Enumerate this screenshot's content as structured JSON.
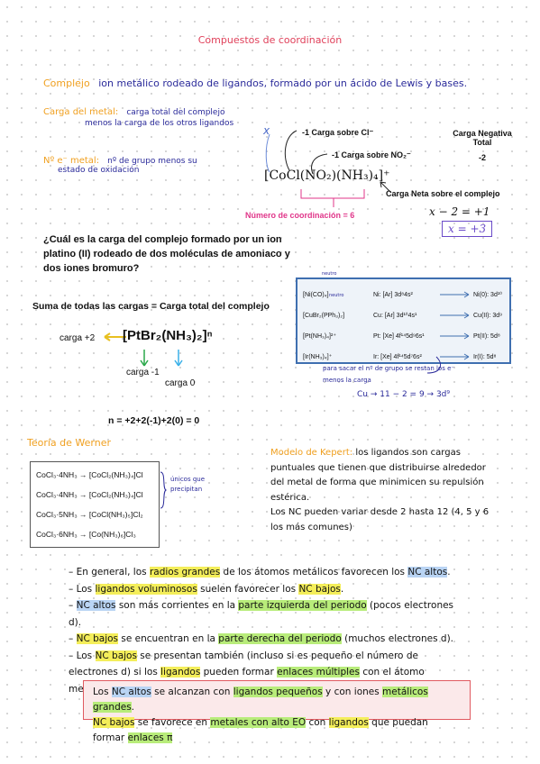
{
  "title": "Compuestos de coordinación",
  "complejo": {
    "term": "Complejo",
    "definition": "ion metálico rodeado de ligandos, formado por un ácido de Lewis y bases."
  },
  "carga_metal": {
    "term": "Carga del metal:",
    "line1": "carga total del complejo",
    "line2": "menos la carga de los otros ligandos"
  },
  "ne_metal": {
    "term": "Nº e⁻ metal:",
    "line1": "nº de grupo menos su",
    "line2": "estado de oxidación"
  },
  "diagram1": {
    "x_label": "x",
    "label_cl": "-1 Carga sobre Cl⁻",
    "label_no2": "-1 Carga sobre NO₂⁻",
    "formula": "[CoCl(NO₂)(NH₃)₄]⁺",
    "neg_title": "Carga Negativa Total",
    "neg_value": "-2",
    "net_label": "Carga Neta sobre el complejo",
    "equation": "x − 2 = +1",
    "result": "x = +3",
    "coord_number": "Número de coordinación = 6"
  },
  "question": "¿Cuál es la carga del complejo formado por un ion platino (II) rodeado de dos moléculas de amoniaco y dos iones bromuro?",
  "sum_title": "Suma de todas las cargas = Carga total del complejo",
  "diagram2": {
    "charge_pt": "carga +2",
    "formula": "[PtBr₂(NH₃)₂]ⁿ",
    "charge_br": "carga -1",
    "charge_nh3": "carga 0",
    "equation": "n = +2+2(-1)+2(0) = 0"
  },
  "config_table": {
    "rows": [
      {
        "complex": "[Ni(CO)₄]",
        "config": "Ni: [Ar] 3d⁸4s²",
        "result": "Ni(0): 3d¹⁰",
        "note": "neutro"
      },
      {
        "complex": "[CuBr₂(PPh₃)₂]",
        "config": "Cu: [Ar] 3d¹⁰4s¹",
        "result": "Cu(II): 3d⁹",
        "note": "neutro"
      },
      {
        "complex": "[Pt(NH₃)₄]²⁺",
        "config": "Pt: [Xe] 4f¹⁴5d⁹6s¹",
        "result": "Pt(II): 5d⁸",
        "note": ""
      },
      {
        "complex": "[Ir(NH₃)₄]⁺",
        "config": "Ir: [Xe] 4f¹⁴5d⁷6s²",
        "result": "Ir(I): 5d⁸",
        "note": ""
      }
    ],
    "note_line1": "para sacar el nº de grupo se restan los e⁻",
    "note_line2": "menos la carga",
    "note_example": "Cu → 11 − 2 = 9 → 3d⁹"
  },
  "werner": {
    "title": "Teoría de Werner",
    "rows": [
      "CoCl₃·4NH₃ → [CoCl₂(NH₃)₄]Cl",
      "CoCl₃·4NH₃ → [CoCl₂(NH₃)₄]Cl",
      "CoCl₃·5NH₃ → [CoCl(NH₃)₅]Cl₂",
      "CoCl₃·6NH₃ → [Co(NH₃)₆]Cl₃"
    ],
    "bracket_note1": "únicos que",
    "bracket_note2": "precipitan"
  },
  "kepert": {
    "title": "Modelo de Kepert:",
    "text": "los ligandos son cargas puntuales que tienen que distribuirse alrededor del metal de forma que minimicen su repulsión estérica.",
    "text2": "Los NC pueden variar desde 2 hasta 12 (4, 5 y 6 los más comunes)"
  },
  "bullets": {
    "b1": {
      "a": "– En general, los ",
      "h1": "radios grandes",
      "b": " de los átomos metálicos favorecen los ",
      "h2": "NC altos",
      "c": "."
    },
    "b2": {
      "a": "– Los ",
      "h1": "ligandos voluminosos",
      "b": " suelen favorecer los ",
      "h2": "NC bajos",
      "c": "."
    },
    "b3": {
      "a": "– ",
      "h1": "NC altos",
      "b": " son más corrientes en la ",
      "h2": "parte izquierda del periodo",
      "c": " (pocos electrones d)."
    },
    "b4": {
      "a": "– ",
      "h1": "NC bajos",
      "b": " se encuentran en la ",
      "h2": "parte derecha del periodo",
      "c": " (muchos electrones d)."
    },
    "b5": {
      "a": "– Los ",
      "h1": "NC bajos",
      "b": " se presentan también (incluso si es pequeño el número de electrones d) si los ",
      "h2": "ligandos",
      "c": " pueden formar ",
      "h3": "enlaces múltiples",
      "d": " con el átomo metálico central."
    }
  },
  "summary": {
    "l1a": "Los ",
    "l1h1": "NC altos",
    "l1b": " se alcanzan con ",
    "l1h2": "ligandos pequeños",
    "l1c": " y con iones ",
    "l1h3": "metálicos grandes",
    "l1d": ".",
    "l2h1": "NC bajos",
    "l2b": " se favorece en ",
    "l2h2": "metales con alto EO",
    "l2c": " con ",
    "l2h3": "ligandos",
    "l2d": " que puedan formar ",
    "l2h4": "enlaces π"
  }
}
